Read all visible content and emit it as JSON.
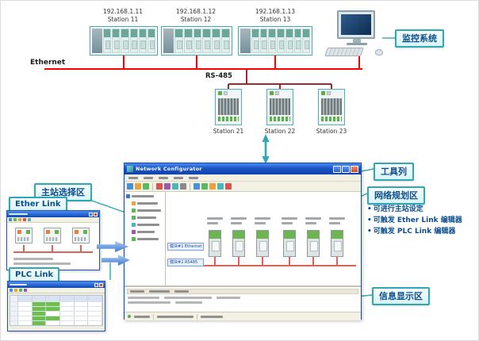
{
  "topology": {
    "ethernet_label": "Ethernet",
    "rs485_label": "RS-485",
    "plc_stations": [
      {
        "ip": "192.168.1.11",
        "name": "Station 11"
      },
      {
        "ip": "192.168.1.12",
        "name": "Station 12"
      },
      {
        "ip": "192.168.1.13",
        "name": "Station 13"
      }
    ],
    "drive_stations": [
      {
        "name": "Station 21"
      },
      {
        "name": "Station 22"
      },
      {
        "name": "Station 23"
      }
    ]
  },
  "callouts": {
    "monitor": "监控系统",
    "toolbar": "工具列",
    "network_area": "网络规划区",
    "master_area": "主站选择区",
    "info_area": "信息显示区",
    "ether_link": "Ether Link",
    "plc_link": "PLC Link",
    "bullets": [
      "可进行主站设定",
      "可触发 Ether Link 编辑器",
      "可触发 PLC Link 编辑器"
    ]
  },
  "window": {
    "title": "Network Configurator",
    "tags": [
      {
        "label": "模块#1 Ethernet"
      },
      {
        "label": "模块#2 RS485"
      }
    ]
  },
  "colors": {
    "teal": "#2fa8b6",
    "navy": "#0a4e8e",
    "ethernet_red": "#ff0000",
    "rs485_maroon": "#9c2b2b",
    "arrow_blue": "#3c78d0"
  }
}
